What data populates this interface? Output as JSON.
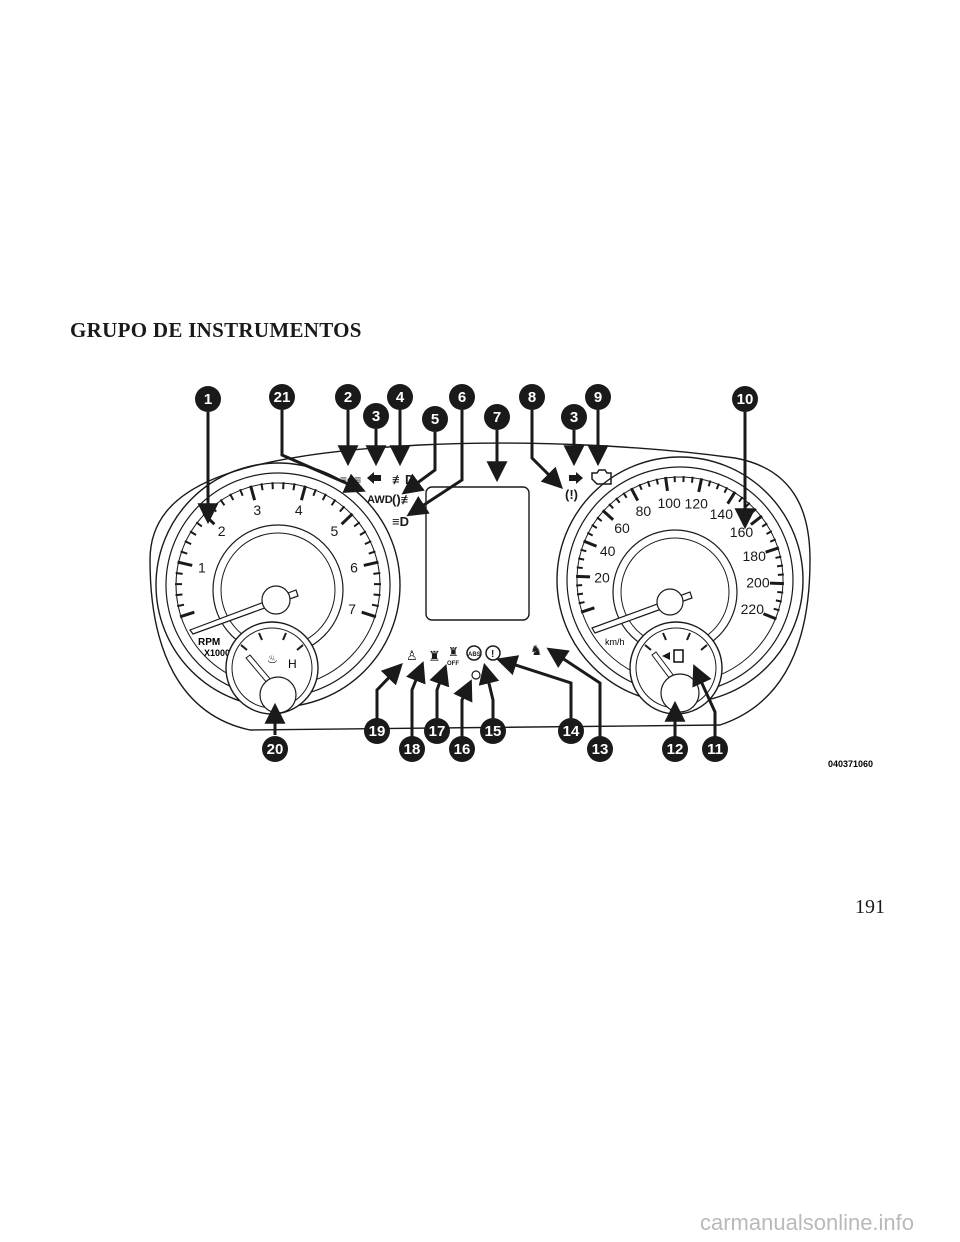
{
  "section_title": "GRUPO DE INSTRUMENTOS",
  "page_number": "191",
  "watermark": "carmanualsonline.info",
  "figure": {
    "figure_code": "040371060",
    "tachometer": {
      "unit_top": "RPM",
      "unit_bottom": "X1000",
      "numbers": [
        "1",
        "2",
        "3",
        "4",
        "5",
        "6",
        "7"
      ],
      "temp_high_label": "H"
    },
    "speedometer": {
      "unit": "km/h",
      "numbers": [
        "20",
        "40",
        "60",
        "80",
        "100",
        "120",
        "140",
        "160",
        "180",
        "200",
        "220"
      ]
    },
    "awd_label": "AWD",
    "off_label": "OFF",
    "callouts": [
      "1",
      "21",
      "2",
      "3",
      "4",
      "5",
      "6",
      "7",
      "8",
      "3",
      "9",
      "10",
      "20",
      "19",
      "18",
      "17",
      "16",
      "15",
      "14",
      "13",
      "12",
      "11"
    ]
  }
}
